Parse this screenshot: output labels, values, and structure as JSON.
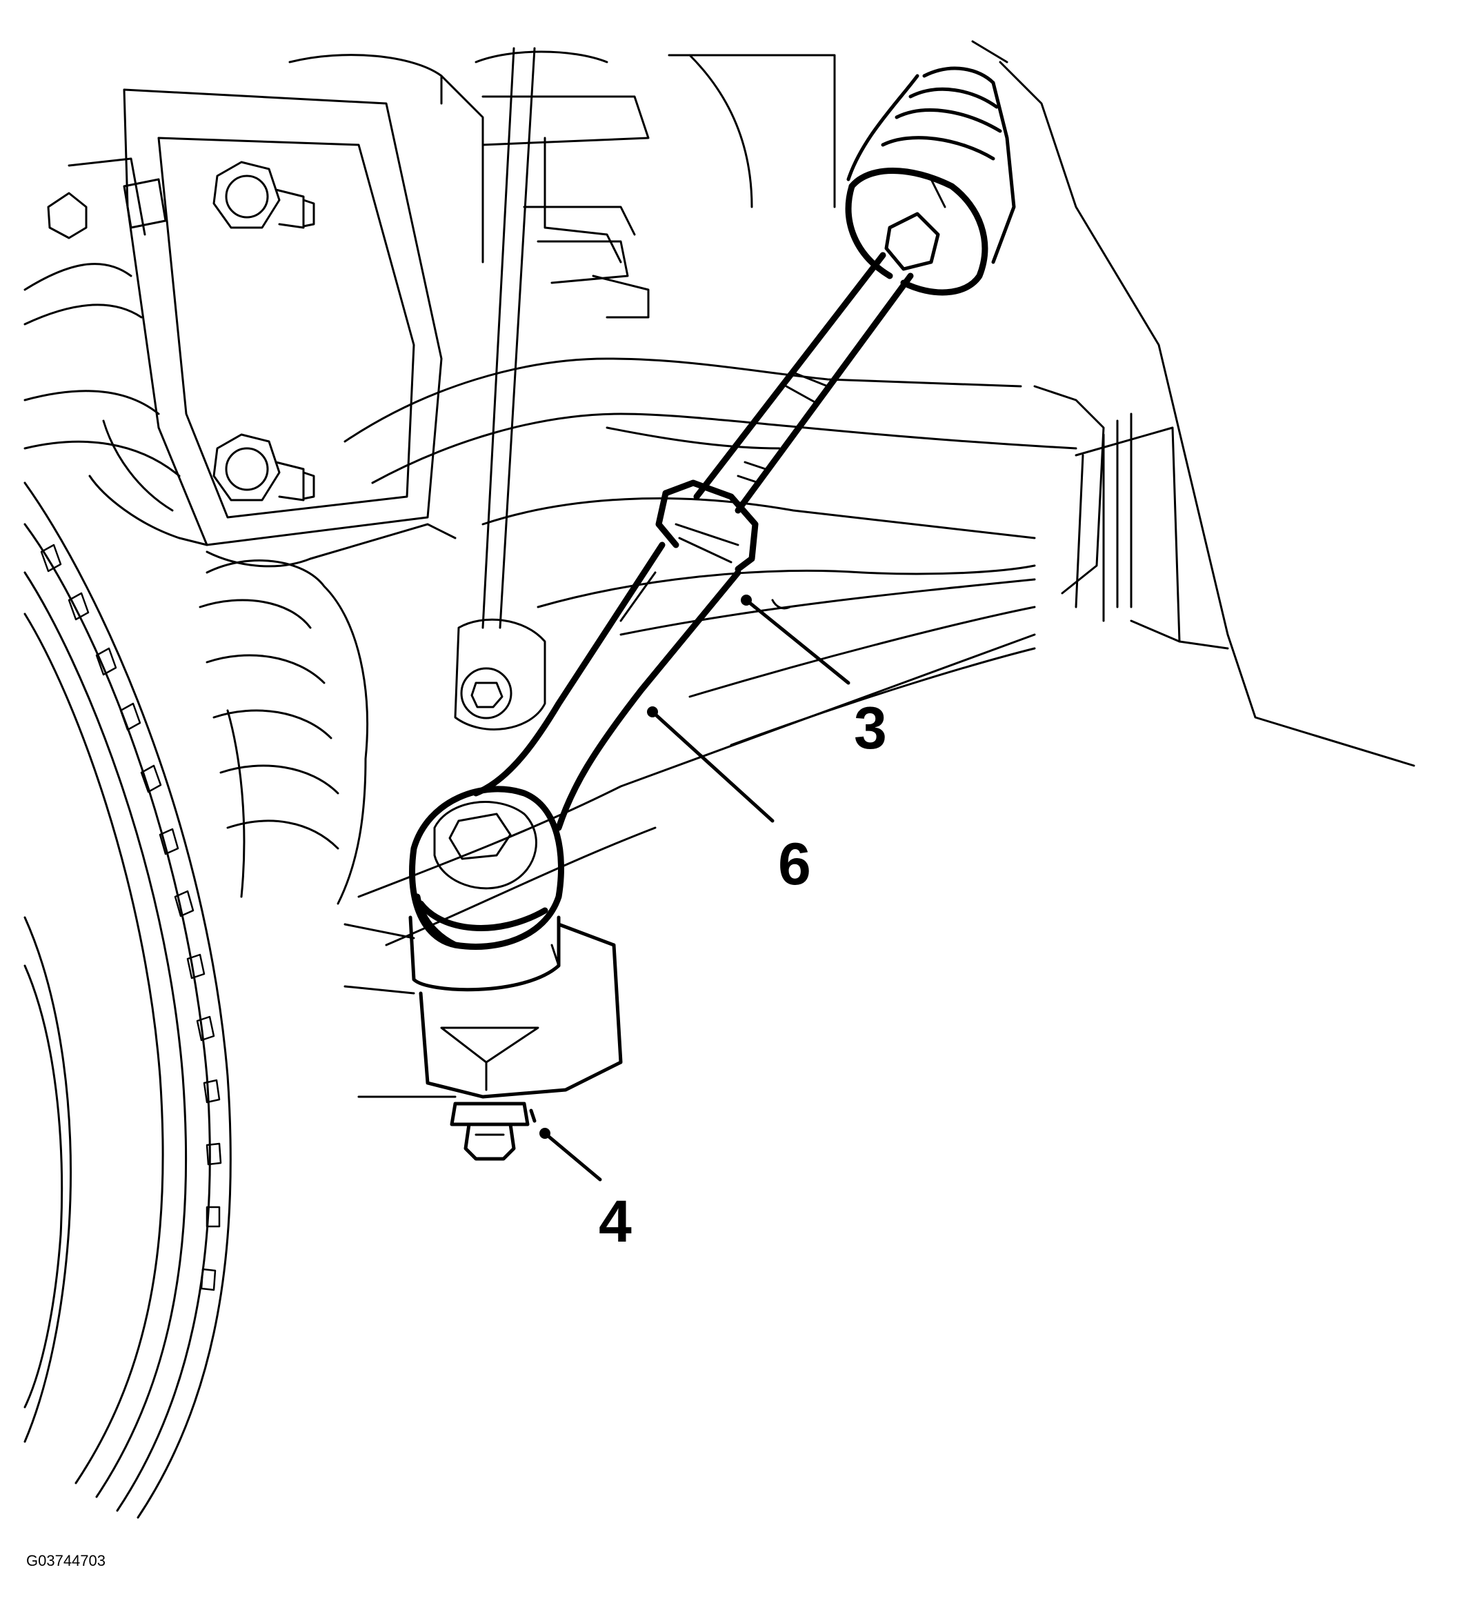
{
  "figure": {
    "id": "G03744703"
  },
  "callouts": [
    {
      "label": "3"
    },
    {
      "label": "6"
    },
    {
      "label": "4"
    }
  ],
  "colors": {
    "line": "#000000",
    "background": "#ffffff"
  }
}
